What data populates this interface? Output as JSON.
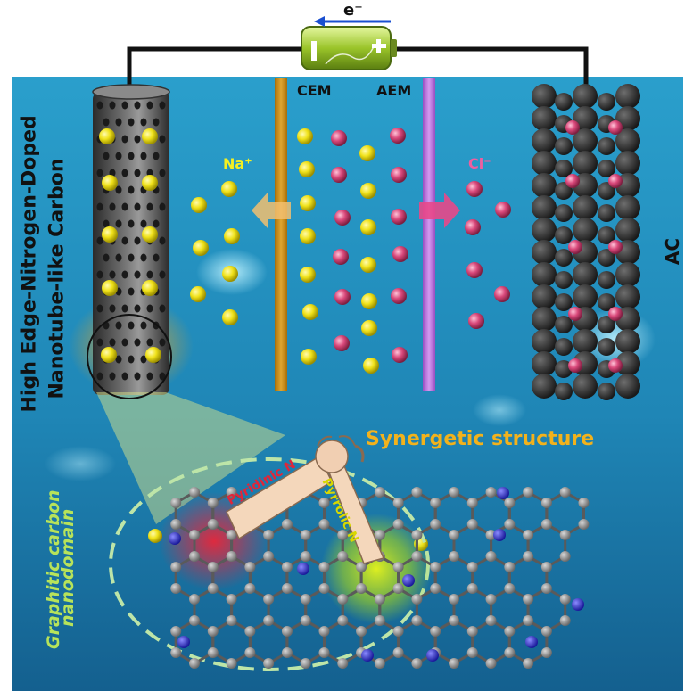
{
  "electron_label": "e⁻",
  "membrane_cation_label": "CEM",
  "membrane_anion_label": "AEM",
  "cation_label": "Na⁺",
  "anion_label": "Cl⁻",
  "cathode_label": "AC",
  "anode_label_line1": "High Edge-Nitrogen-Doped",
  "anode_label_line2": "Nanotube-like Carbon",
  "structure_label": "Synergetic structure",
  "pyridinic_label": "Pyridinic N",
  "pyrrolic_label": "Pyrrolic N",
  "domain_label_line1": "Graphitic carbon",
  "domain_label_line2": "nanodomain",
  "colors": {
    "cation": "#f0e21a",
    "anion": "#d9487a",
    "carbon": "#3a3a3a",
    "nitrogen": "#2a2ad0",
    "cem": "#c98a12",
    "aem": "#b56ad6",
    "structure_text": "#f2b21c",
    "domain_text": "#b7e35a",
    "background": "#1f86b6"
  }
}
